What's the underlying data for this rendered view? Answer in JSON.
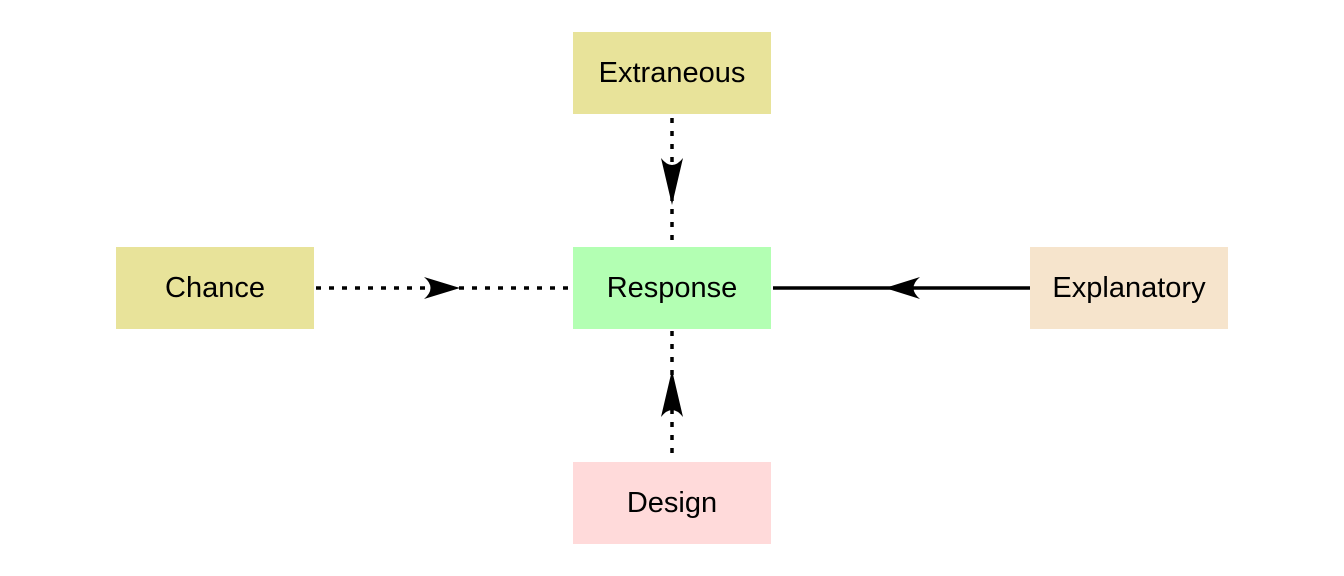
{
  "nodes": {
    "extraneous": {
      "label": "Extraneous",
      "color": "#E8E39A"
    },
    "chance": {
      "label": "Chance",
      "color": "#E8E39A"
    },
    "response": {
      "label": "Response",
      "color": "#B3FFB3"
    },
    "explanatory": {
      "label": "Explanatory",
      "color": "#F6E4CC"
    },
    "design": {
      "label": "Design",
      "color": "#FFDADA"
    }
  },
  "edges": [
    {
      "from": "extraneous",
      "to": "response",
      "style": "dotted"
    },
    {
      "from": "chance",
      "to": "response",
      "style": "dotted"
    },
    {
      "from": "explanatory",
      "to": "response",
      "style": "solid"
    },
    {
      "from": "design",
      "to": "response",
      "style": "dotted"
    }
  ]
}
